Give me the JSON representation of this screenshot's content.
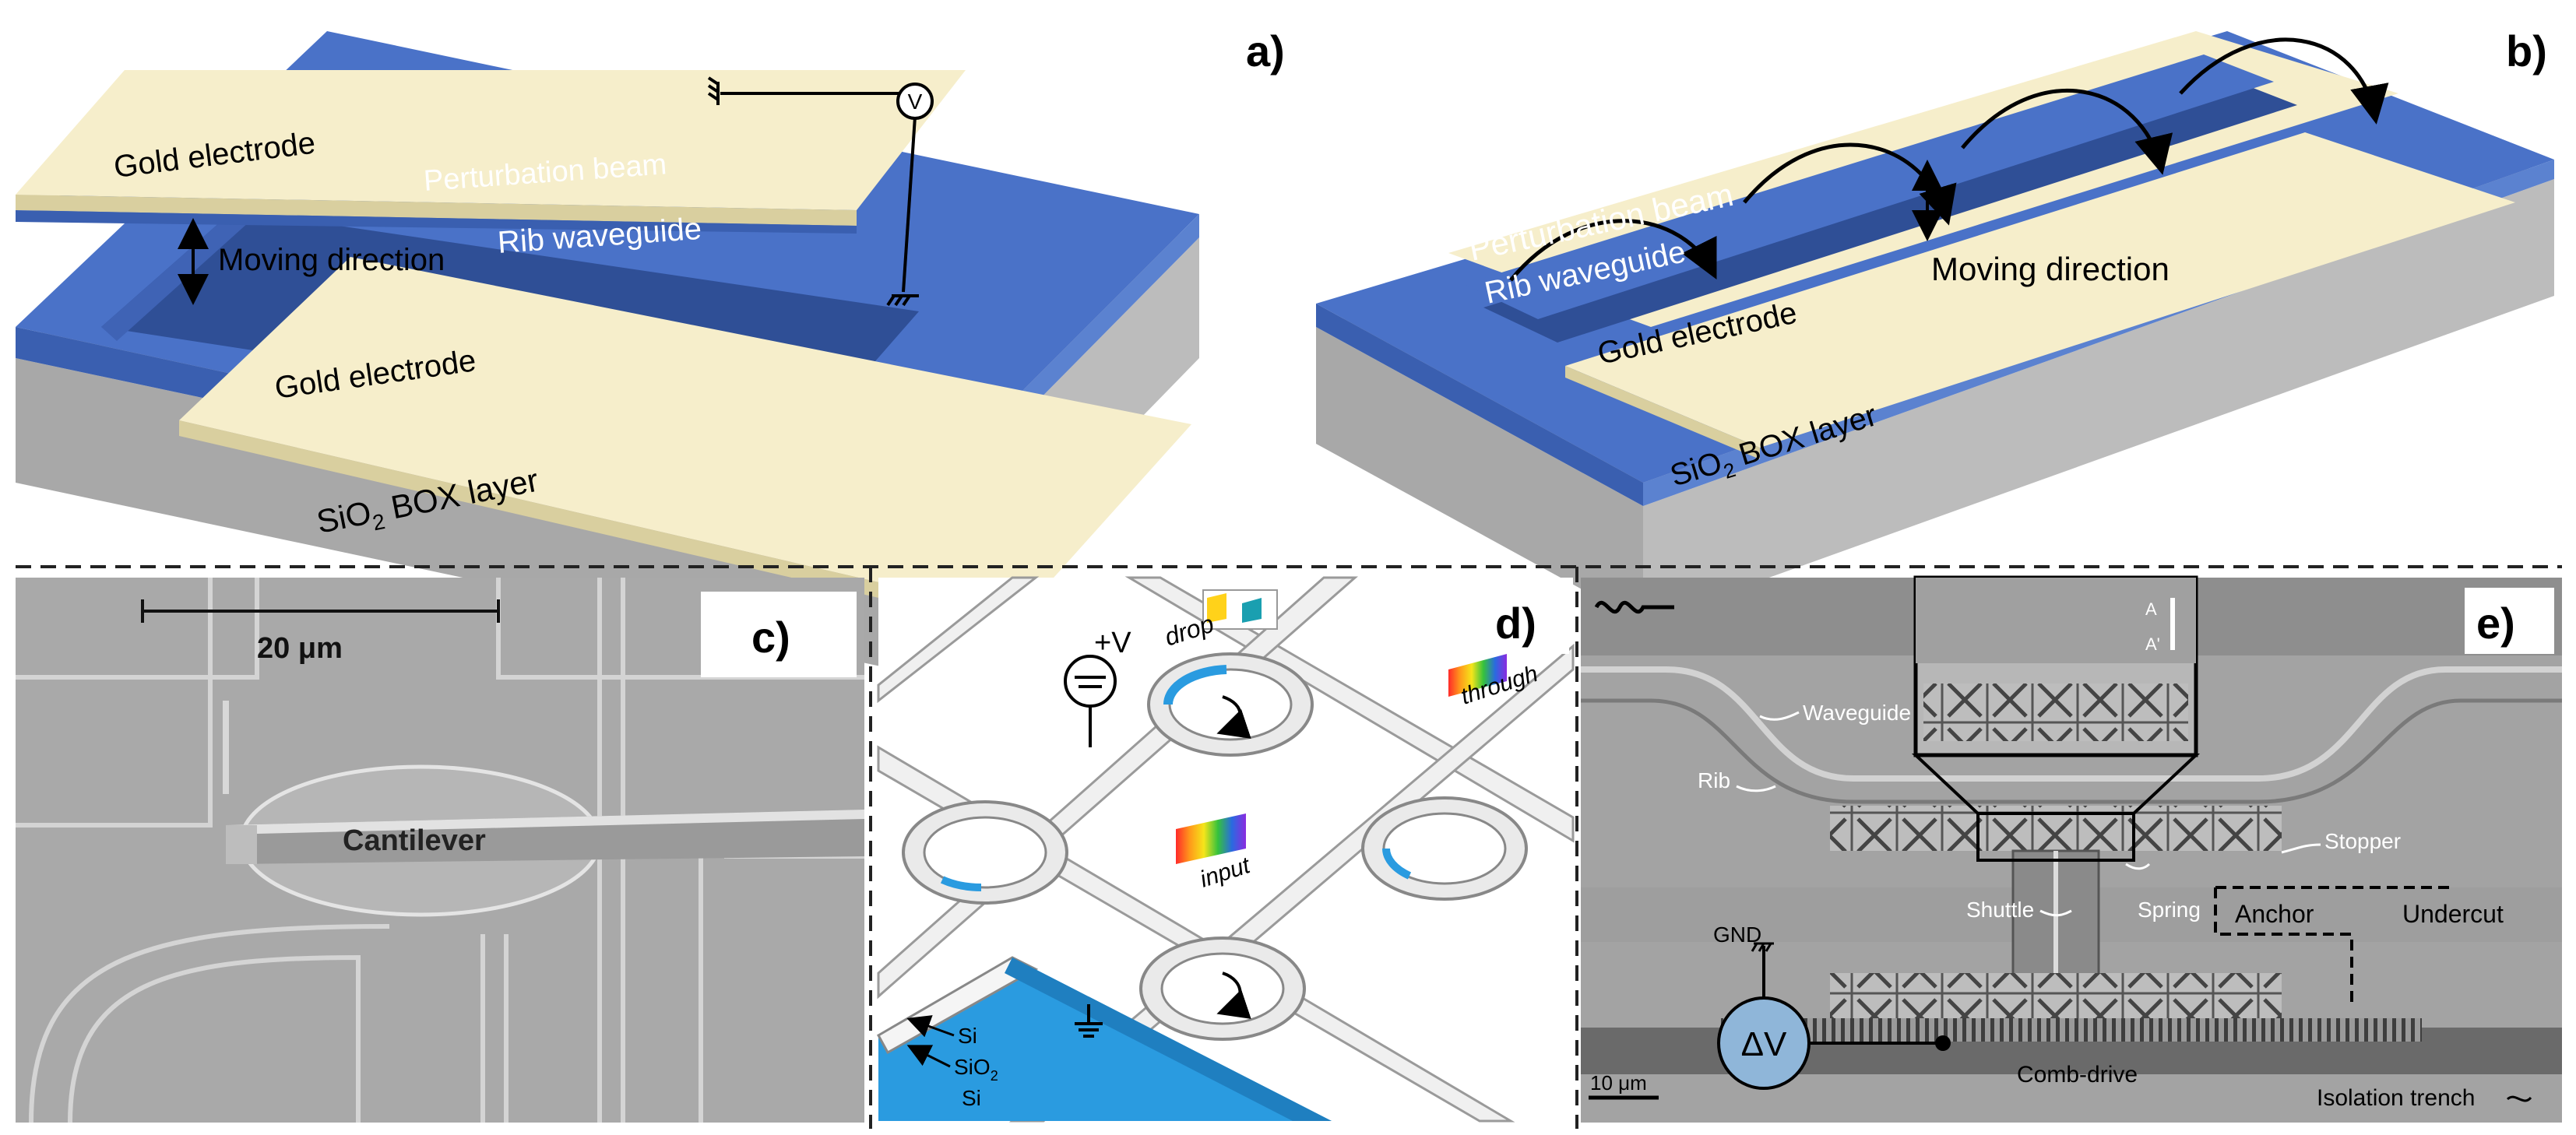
{
  "panels": {
    "a": {
      "tag": "a)",
      "gold_top": "Gold electrode",
      "beam": "Perturbation beam",
      "rib": "Rib waveguide",
      "moving": "Moving direction",
      "gold_bottom": "Gold electrode",
      "box_prefix": "SiO",
      "box_sub": "2",
      "box_suffix": " BOX layer",
      "voltage": "V"
    },
    "b": {
      "tag": "b)",
      "beam": "Perturbation beam",
      "rib": "Rib waveguide",
      "gold": "Gold electrode",
      "moving": "Moving direction",
      "box_prefix": "SiO",
      "box_sub": "2",
      "box_suffix": " BOX layer"
    },
    "c": {
      "tag": "c)",
      "scale": "20 μm",
      "cantilever": "Cantilever"
    },
    "d": {
      "tag": "d)",
      "plus_v": "+V",
      "drop": "drop",
      "through": "through",
      "input": "input",
      "si_top": "Si",
      "sio_prefix": "SiO",
      "sio_sub": "2",
      "si_bottom": "Si"
    },
    "e": {
      "tag": "e)",
      "waveguide": "Waveguide",
      "rib": "Rib",
      "stopper": "Stopper",
      "shuttle": "Shuttle",
      "spring": "Spring",
      "anchor": "Anchor",
      "undercut": "Undercut",
      "gnd": "GND",
      "delta_v": "ΔV",
      "comb": "Comb-drive",
      "isolation": "Isolation trench",
      "scale": "10 μm",
      "section_a": "A",
      "section_a2": "A'"
    }
  },
  "colors": {
    "gold": "#f6eecb",
    "blue": "#4a72c8",
    "dark_blue": "#2f4f96",
    "box_gray": "#b3b3b3",
    "sem_gray": "#a6a6a6",
    "d_blue": "#2a9be0"
  }
}
